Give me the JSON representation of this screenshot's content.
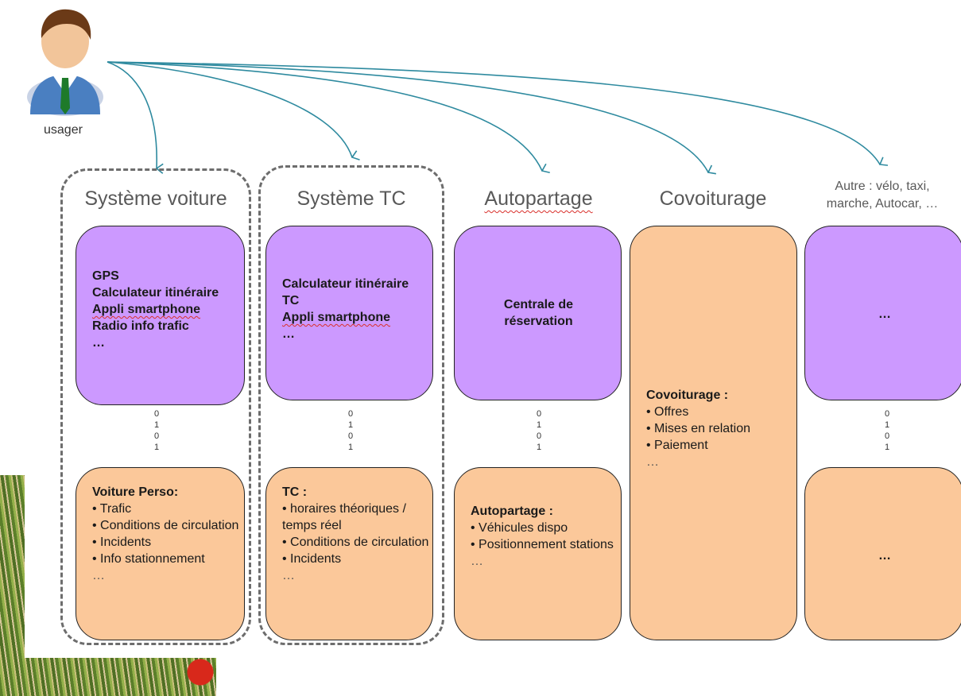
{
  "user": {
    "label": "usager",
    "icon": "user-icon"
  },
  "colors": {
    "purple": "#cc99ff",
    "orange": "#fbc89a",
    "arrow": "#2e8a9f",
    "dashed": "#6d6d6d"
  },
  "bits": [
    "0",
    "1",
    "0",
    "1"
  ],
  "systems": [
    {
      "title": "Système voiture",
      "top_lines": [
        "GPS",
        "Calculateur itinéraire",
        "Appli smartphone",
        "Radio info trafic",
        "…"
      ],
      "bottom_heading": "Voiture Perso:",
      "bottom_items": [
        "• Trafic",
        "• Conditions de circulation",
        "• Incidents",
        "• Info stationnement"
      ],
      "bottom_more": "…"
    },
    {
      "title": "Système TC",
      "top_lines": [
        "Calculateur itinéraire",
        "TC",
        "Appli smartphone",
        "…"
      ],
      "bottom_heading": "TC :",
      "bottom_items": [
        "• horaires théoriques / temps réel",
        "• Conditions de circulation",
        "• Incidents"
      ],
      "bottom_more": "…"
    },
    {
      "title": "Autopartage",
      "top_lines": [
        "Centrale de",
        "réservation"
      ],
      "bottom_heading": "Autopartage :",
      "bottom_items": [
        "• Véhicules dispo",
        "• Positionnement stations"
      ],
      "bottom_more": "…"
    },
    {
      "title": "Covoiturage",
      "bottom_heading": "Covoiturage :",
      "bottom_items": [
        "• Offres",
        "• Mises en relation",
        "• Paiement"
      ],
      "bottom_more": "…"
    },
    {
      "title": "Autre : vélo, taxi, marche, Autocar, …",
      "top_lines": [
        "…"
      ],
      "bottom_lines": [
        "…"
      ]
    }
  ]
}
